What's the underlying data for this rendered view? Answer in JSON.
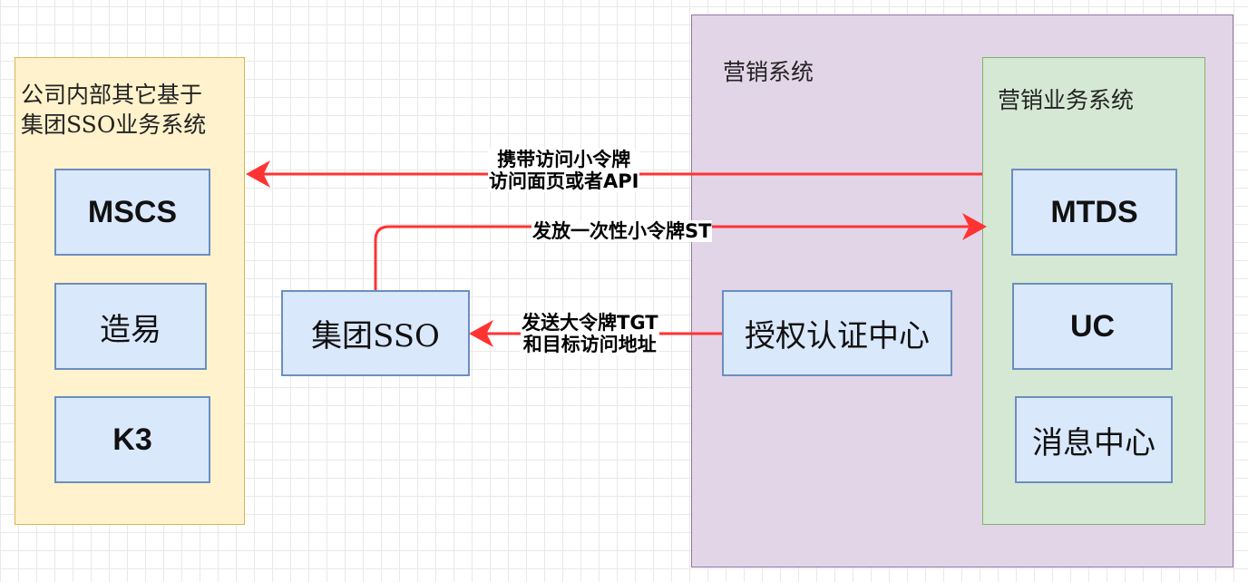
{
  "groups": {
    "internal": {
      "title": "公司内部其它基于\n集团SSO业务系统"
    },
    "marketing": {
      "title": "营销系统"
    },
    "business": {
      "title": "营销业务系统"
    }
  },
  "nodes": {
    "mscs": "MSCS",
    "zaoyi": "造易",
    "k3": "K3",
    "sso": "集团SSO",
    "auth_center": "授权认证中心",
    "mtds": "MTDS",
    "uc": "UC",
    "msg_center": "消息中心"
  },
  "edges": {
    "mtds_to_internal": "携带访问小令牌\n访问面页或者API",
    "sso_to_mtds": "发放一次性小令牌ST",
    "auth_to_sso": "发送大令牌TGT\n和目标访问地址"
  },
  "colors": {
    "arrow": "#ff3333",
    "node_fill": "#dae8fc",
    "node_border": "#6c8ebf",
    "internal_fill": "#fff2cc",
    "marketing_fill": "#e1d5e7",
    "business_fill": "#d5e8d4"
  }
}
